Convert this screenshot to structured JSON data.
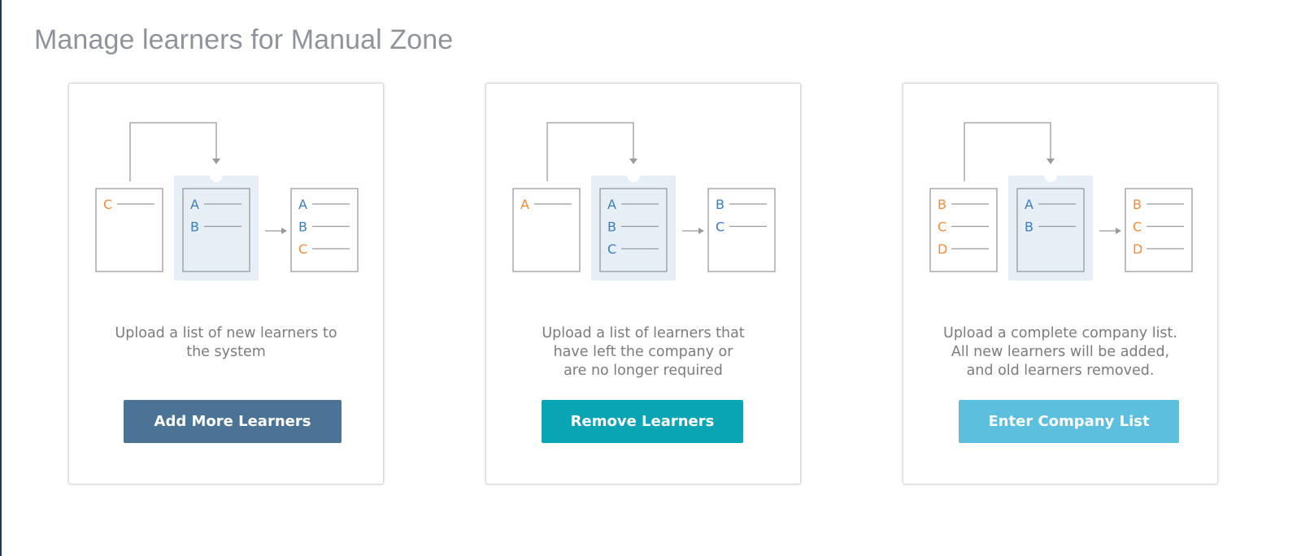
{
  "page": {
    "title": "Manage learners for Manual Zone"
  },
  "colors": {
    "orange": "#f28a3b",
    "blue": "#3c7dbf",
    "highlight": "#e6eef6",
    "line": "#9a9a9a",
    "add_button": "#4a7396",
    "remove_button": "#0aa5b4",
    "enter_button": "#5bbfdd"
  },
  "cards": [
    {
      "description_lines": [
        "Upload a list of new learners to",
        "the system"
      ],
      "button_label": "Add More Learners",
      "diagram": {
        "source": [
          {
            "letter": "C",
            "color": "orange"
          }
        ],
        "middle": [
          {
            "letter": "A",
            "color": "blue"
          },
          {
            "letter": "B",
            "color": "blue"
          }
        ],
        "result": [
          {
            "letter": "A",
            "color": "blue"
          },
          {
            "letter": "B",
            "color": "blue"
          },
          {
            "letter": "C",
            "color": "orange"
          }
        ]
      }
    },
    {
      "description_lines": [
        "Upload a list of learners that",
        "have left the company or",
        "are no longer required"
      ],
      "button_label": "Remove Learners",
      "diagram": {
        "source": [
          {
            "letter": "A",
            "color": "orange"
          }
        ],
        "middle": [
          {
            "letter": "A",
            "color": "blue"
          },
          {
            "letter": "B",
            "color": "blue"
          },
          {
            "letter": "C",
            "color": "blue"
          }
        ],
        "result": [
          {
            "letter": "B",
            "color": "blue"
          },
          {
            "letter": "C",
            "color": "blue"
          }
        ]
      }
    },
    {
      "description_lines": [
        "Upload a complete company list.",
        "All new learners will be added,",
        "and old learners removed."
      ],
      "button_label": "Enter Company List",
      "diagram": {
        "source": [
          {
            "letter": "B",
            "color": "orange"
          },
          {
            "letter": "C",
            "color": "orange"
          },
          {
            "letter": "D",
            "color": "orange"
          }
        ],
        "middle": [
          {
            "letter": "A",
            "color": "blue"
          },
          {
            "letter": "B",
            "color": "blue"
          }
        ],
        "result": [
          {
            "letter": "B",
            "color": "orange"
          },
          {
            "letter": "C",
            "color": "orange"
          },
          {
            "letter": "D",
            "color": "orange"
          }
        ]
      }
    }
  ]
}
